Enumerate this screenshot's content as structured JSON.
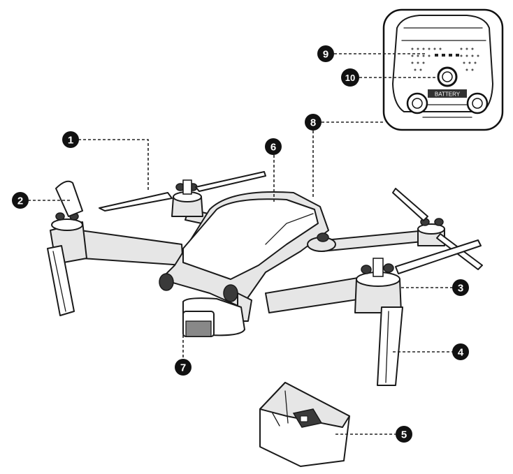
{
  "diagram": {
    "callouts": [
      {
        "id": "callout-1",
        "label": "1"
      },
      {
        "id": "callout-2",
        "label": "2"
      },
      {
        "id": "callout-3",
        "label": "3"
      },
      {
        "id": "callout-4",
        "label": "4"
      },
      {
        "id": "callout-5",
        "label": "5"
      },
      {
        "id": "callout-6",
        "label": "6"
      },
      {
        "id": "callout-7",
        "label": "7"
      },
      {
        "id": "callout-8",
        "label": "8"
      },
      {
        "id": "callout-9",
        "label": "9"
      },
      {
        "id": "callout-10",
        "label": "10"
      }
    ],
    "inset_label": "BATTERY"
  }
}
